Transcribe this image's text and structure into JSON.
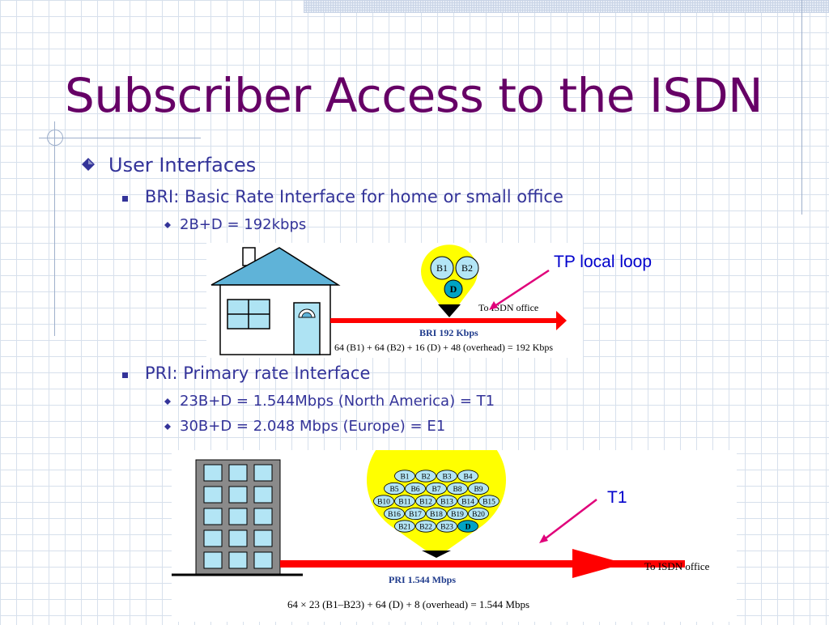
{
  "title": "Subscriber Access to the ISDN",
  "bullets": {
    "user_interfaces": "User Interfaces",
    "bri": "BRI: Basic Rate Interface for home or small office",
    "bri_sub": "2B+D = 192kbps",
    "pri": "PRI: Primary rate Interface",
    "pri_sub1": "23B+D = 1.544Mbps (North America) = T1",
    "pri_sub2": "30B+D = 2.048 Mbps (Europe) = E1"
  },
  "annotations": {
    "tp_local_loop": "TP local loop",
    "t1": "T1"
  },
  "bri_diagram": {
    "channels": [
      "B1",
      "B2",
      "D"
    ],
    "arrow_label": "To ISDN office",
    "rate_label": "BRI 192 Kbps",
    "formula": "64 (B1) + 64 (B2) + 16 (D) + 48 (overhead) = 192 Kbps"
  },
  "pri_diagram": {
    "channels": [
      "B1",
      "B2",
      "B3",
      "B4",
      "B5",
      "B6",
      "B7",
      "B8",
      "B9",
      "B10",
      "B11",
      "B12",
      "B13",
      "B14",
      "B15",
      "B16",
      "B17",
      "B18",
      "B19",
      "B20",
      "B21",
      "B22",
      "B23",
      "D"
    ],
    "arrow_label": "To ISDN office",
    "rate_label": "PRI 1.544 Mbps",
    "formula": "64 × 23 (B1–B23) + 64 (D) + 8 (overhead) = 1.544 Mbps"
  },
  "colors": {
    "title": "#660066",
    "text": "#333399",
    "annotation": "#0000cc",
    "arrow": "#ff0000",
    "pointer": "#e0007a",
    "bubble": "#ffff00",
    "channel": "#b3e5f5",
    "d_channel": "#00a3c4"
  }
}
